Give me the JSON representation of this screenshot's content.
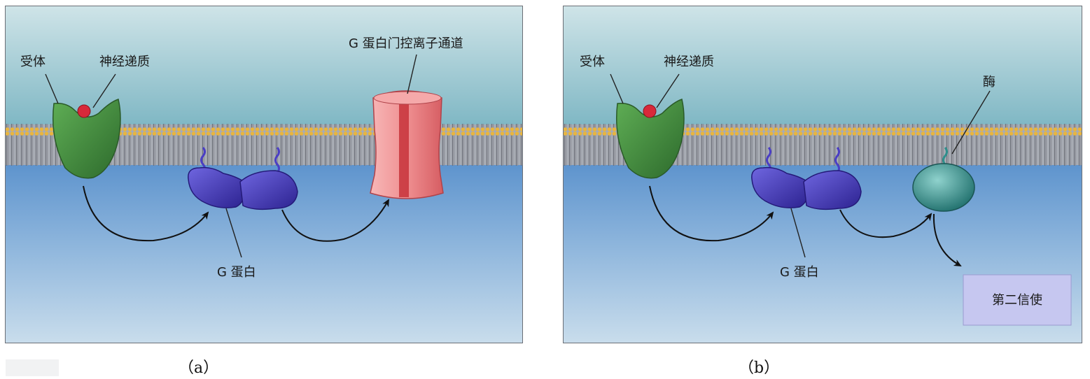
{
  "panel_a": {
    "caption": "（a）",
    "labels": {
      "receptor": "受体",
      "neurotransmitter": "神经递质",
      "g_protein_channel": "G 蛋白门控离子通道",
      "g_protein": "G 蛋白"
    }
  },
  "panel_b": {
    "caption": "（b）",
    "labels": {
      "receptor": "受体",
      "neurotransmitter": "神经递质",
      "enzyme": "酶",
      "g_protein": "G 蛋白",
      "second_messenger": "第二信使"
    }
  },
  "colors": {
    "extracellular_top": "#cfe4e8",
    "extracellular_bottom": "#7fb7c4",
    "intracellular_top": "#5d93cd",
    "intracellular_bottom": "#c6dcec",
    "receptor": "#3f8a3c",
    "neurotransmitter": "#d8293a",
    "g_protein": "#4a3ec4",
    "ion_channel": "#ef8f91",
    "enzyme": "#2f8f8c",
    "second_messenger_box": "#c6c7f0"
  },
  "icons": [
    "receptor-shape",
    "neurotransmitter-dot",
    "g-protein-blob",
    "ion-channel-shape",
    "enzyme-shape",
    "curved-arrow"
  ]
}
